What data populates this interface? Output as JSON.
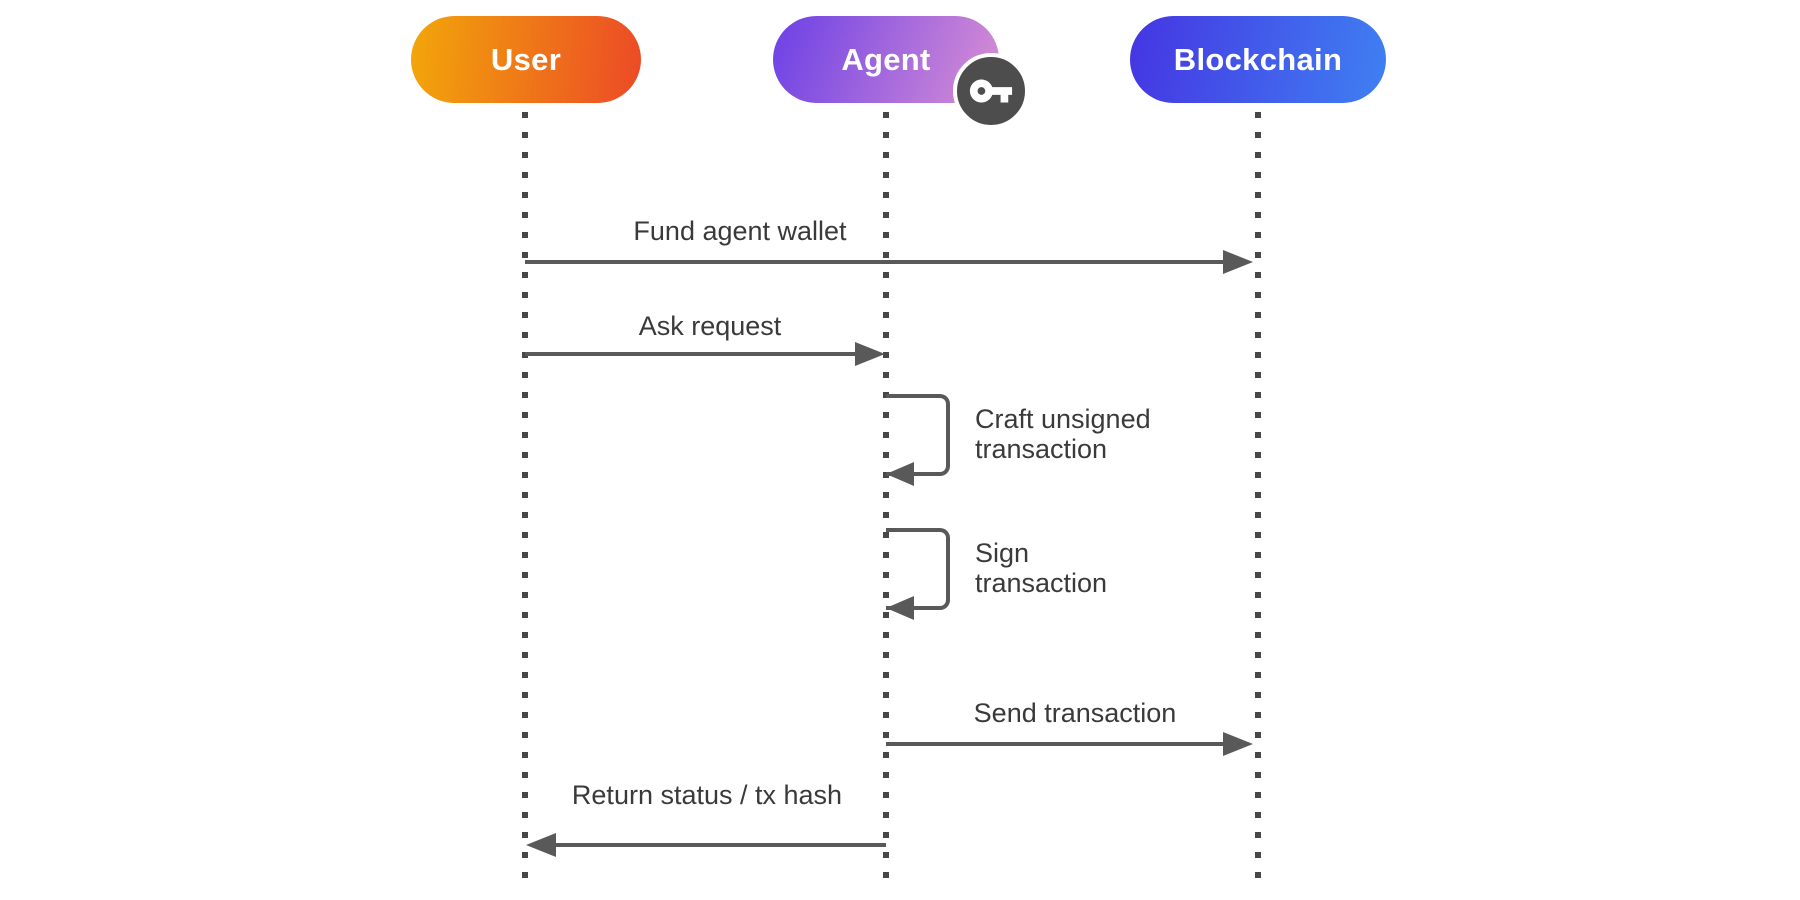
{
  "background": "#ffffff",
  "colors": {
    "message_line": "#595959",
    "message_text": "#3a3a3a",
    "lifeline_dot": "#474747",
    "actor_text": "#ffffff",
    "key_badge_bg": "#4d4d4d",
    "key_badge_ring": "#ffffff",
    "key_glyph": "#ffffff"
  },
  "actors": [
    {
      "id": "user",
      "name": "User",
      "gradient": {
        "angle": "95deg",
        "from": "#F2A60A",
        "to": "#EC4A26"
      }
    },
    {
      "id": "agent",
      "name": "Agent",
      "badge": "key-icon",
      "gradient": {
        "angle": "110deg",
        "from": "#6B40E6",
        "to": "#D98FD4"
      }
    },
    {
      "id": "blockchain",
      "name": "Blockchain",
      "gradient": {
        "angle": "100deg",
        "from": "#4535E2",
        "to": "#3F80F2"
      }
    }
  ],
  "messages": [
    {
      "from": "User",
      "to": "Blockchain",
      "direction": "right",
      "label": "Fund agent wallet"
    },
    {
      "from": "User",
      "to": "Agent",
      "direction": "right",
      "label": "Ask request"
    },
    {
      "from": "Agent",
      "to": "Agent",
      "direction": "self",
      "label": "Craft unsigned transaction",
      "lines": [
        "Craft unsigned",
        "transaction"
      ]
    },
    {
      "from": "Agent",
      "to": "Agent",
      "direction": "self",
      "label": "Sign transaction",
      "lines": [
        "Sign",
        "transaction"
      ]
    },
    {
      "from": "Agent",
      "to": "Blockchain",
      "direction": "right",
      "label": "Send transaction"
    },
    {
      "from": "Agent",
      "to": "User",
      "direction": "left",
      "label": "Return status / tx hash"
    }
  ]
}
